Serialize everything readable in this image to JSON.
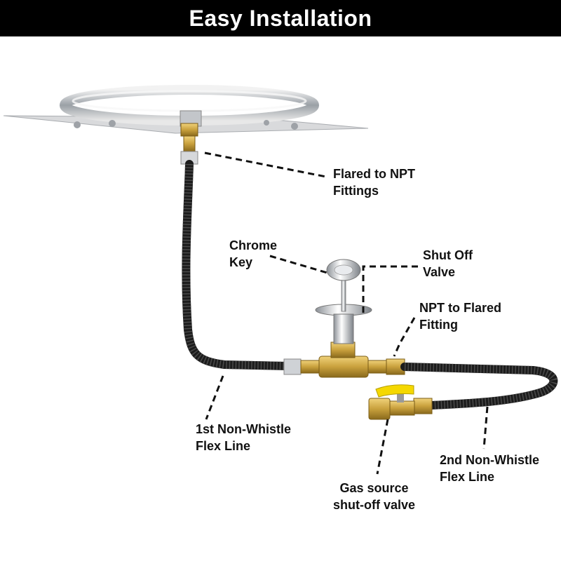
{
  "header": {
    "title": "Easy Installation"
  },
  "labels": {
    "flared_to_npt": [
      "Flared to NPT",
      "Fittings"
    ],
    "chrome_key": [
      "Chrome",
      "Key"
    ],
    "shut_off_valve": [
      "Shut Off",
      "Valve"
    ],
    "npt_to_flared": [
      "NPT to Flared",
      "Fitting"
    ],
    "flex_line_1": [
      "1st Non-Whistle",
      "Flex Line"
    ],
    "flex_line_2": [
      "2nd Non-Whistle",
      "Flex Line"
    ],
    "gas_source": [
      "Gas source",
      "shut-off valve"
    ]
  },
  "colors": {
    "header_bg": "#000000",
    "brass": "#c9a13d",
    "hose": "#1c1c1c",
    "chrome": "#c8ccd2",
    "valve_handle": "#f5d800"
  }
}
